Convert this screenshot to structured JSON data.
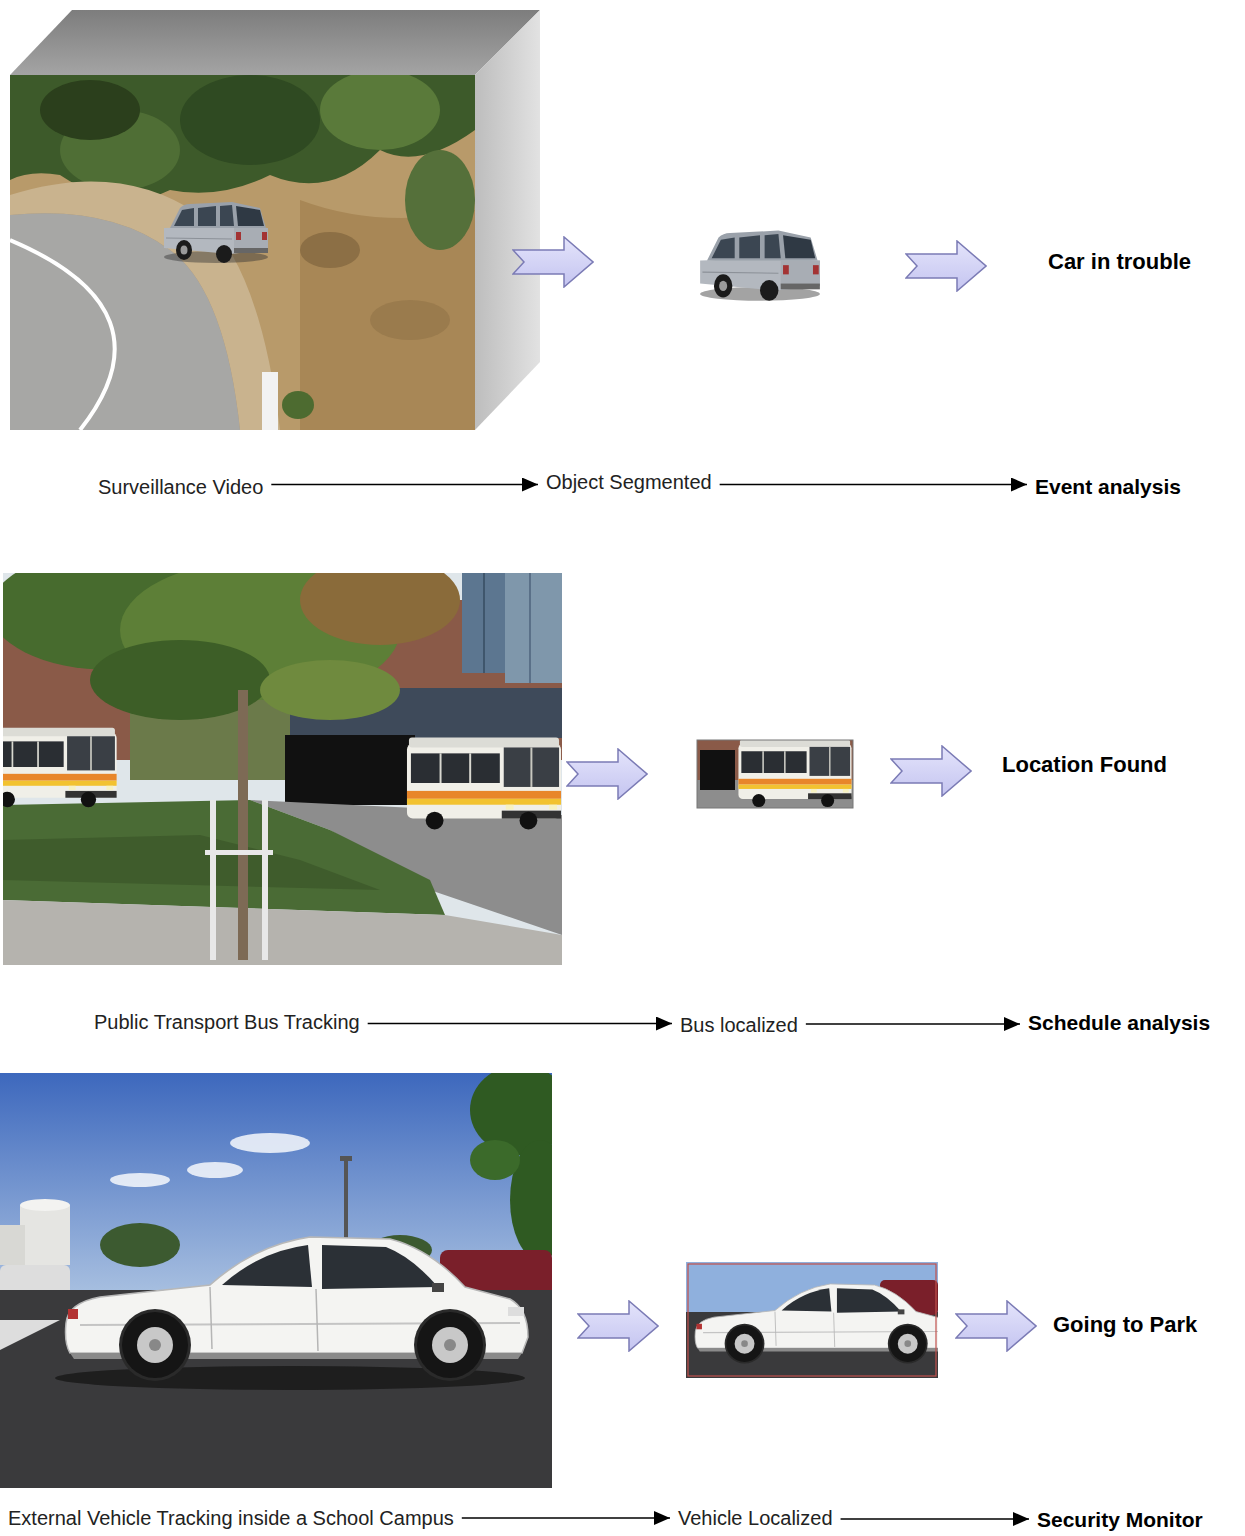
{
  "diagram": {
    "nodes": [
      {
        "text": [
          "Surveillance Video"
        ]
      },
      {
        "text": [
          "Object Segmented"
        ]
      },
      {
        "text": [
          "Event analysis"
        ]
      },
      {
        "text": [
          "Public Transport Bus Tracking"
        ]
      },
      {
        "text": [
          "Bus localized"
        ]
      },
      {
        "text": [
          "Schedule analysis"
        ]
      },
      {
        "text": [
          "External Vehicle Tracking inside a School Campus"
        ]
      },
      {
        "text": [
          "Vehicle Localized"
        ]
      },
      {
        "text": [
          "Security Monitor"
        ]
      }
    ],
    "edges": [
      {
        "from": 0,
        "to": 1,
        "arrow": "to"
      },
      {
        "from": 1,
        "to": 2,
        "arrow": "to"
      },
      {
        "from": 3,
        "to": 4,
        "arrow": "to"
      },
      {
        "from": 4,
        "to": 5,
        "arrow": "to"
      },
      {
        "from": 6,
        "to": 7,
        "arrow": "to"
      },
      {
        "from": 7,
        "to": 8,
        "arrow": "to"
      }
    ],
    "labels": [
      "Car in trouble",
      "Location Found",
      "Going to Park"
    ]
  }
}
